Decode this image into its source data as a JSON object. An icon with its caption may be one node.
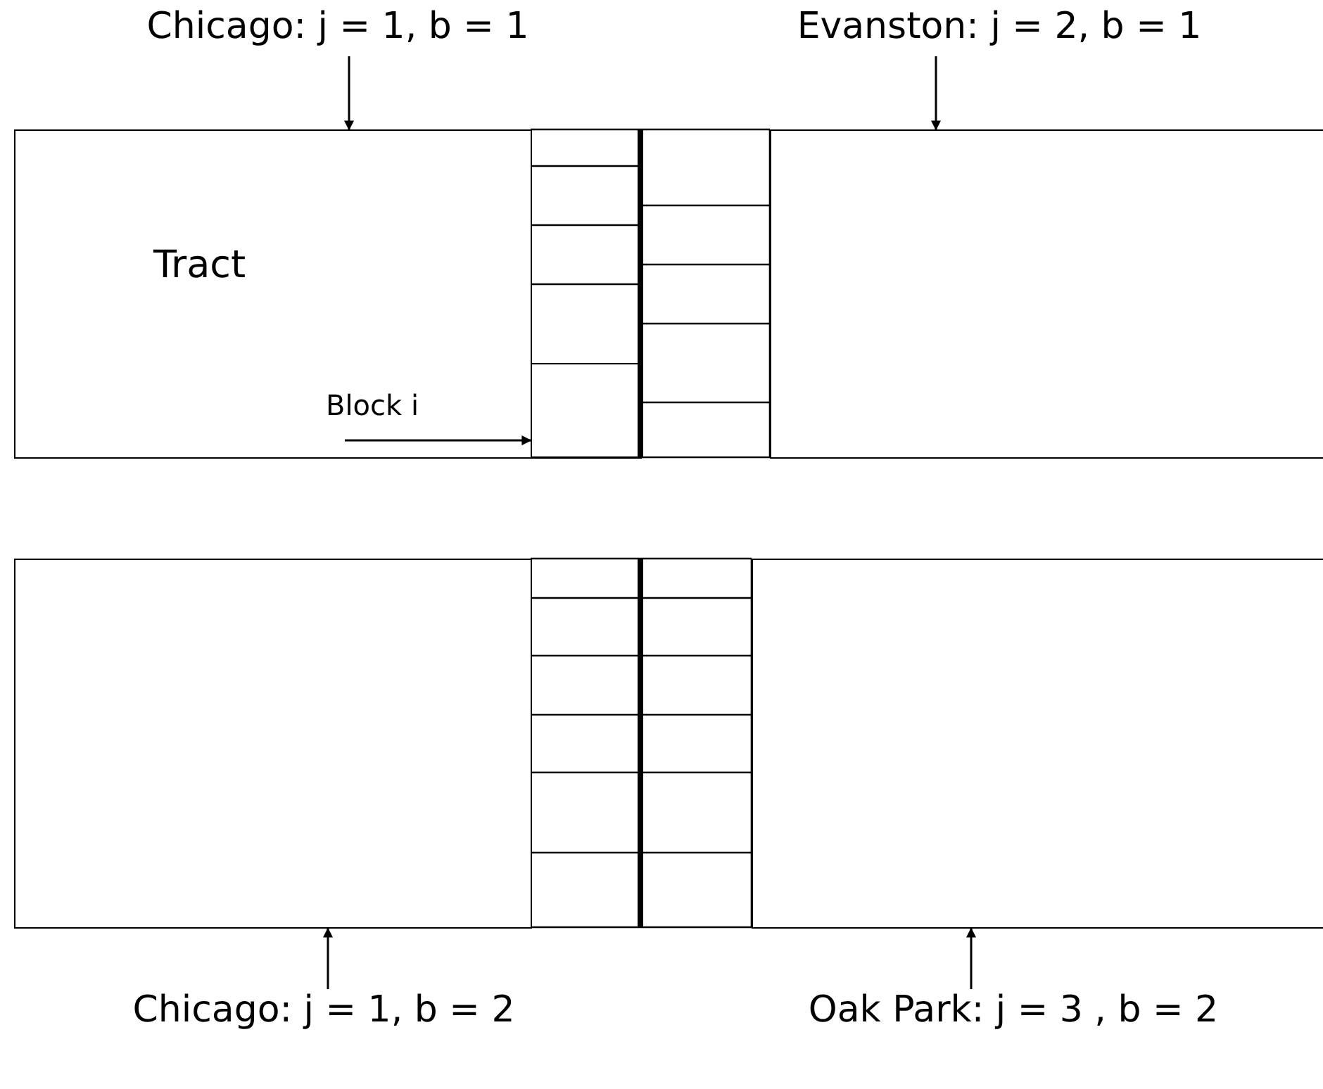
{
  "diagram": {
    "nodes": [
      {
        "text": [
          "Chicago: j = 1, b = 1"
        ]
      },
      {
        "text": [
          "Evanston: j = 2, b = 1"
        ]
      },
      {
        "text": [
          "Tract"
        ]
      },
      {
        "text": [
          "Block i"
        ],
        "in": 2
      },
      {
        "text": [],
        "shape": "box"
      },
      {
        "text": [],
        "shape": "box"
      },
      {
        "text": [],
        "shape": "box"
      },
      {
        "text": [],
        "shape": "box"
      },
      {
        "text": [
          "Chicago: j = 1, b = 2"
        ]
      },
      {
        "text": [
          "Oak Park: j = 3 , b = 2"
        ]
      }
    ],
    "edges": [
      {
        "from": 0,
        "to": 2,
        "arrow": "to"
      },
      {
        "from": 1,
        "to": 5,
        "arrow": "to"
      },
      {
        "from": 3,
        "to": 4,
        "arrow": "to"
      },
      {
        "from": 8,
        "to": 6,
        "arrow": "to"
      },
      {
        "from": 9,
        "to": 7,
        "arrow": "to"
      }
    ]
  }
}
